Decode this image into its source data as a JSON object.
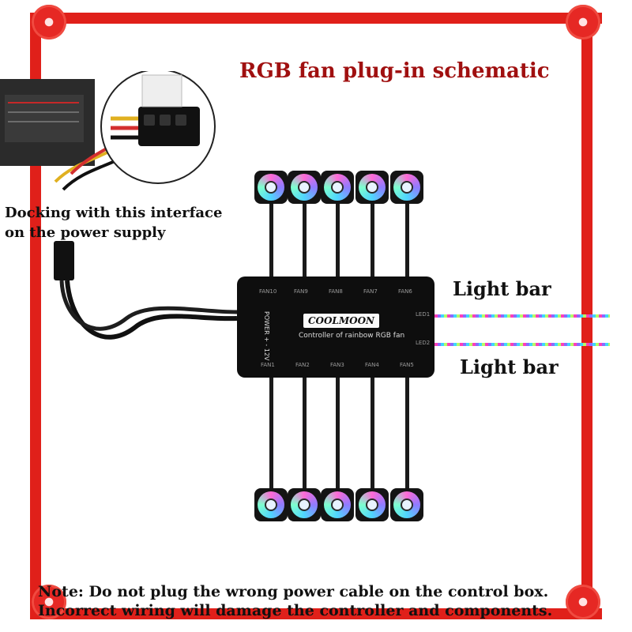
{
  "title": "RGB fan plug-in schematic",
  "psu_label": {
    "line1": "Docking with this interface",
    "line2": "on the power supply"
  },
  "hub": {
    "brand": "COOLMOON",
    "subtitle": "Controller of rainbow RGB fan",
    "power_label": "POWER + - 12V",
    "ports_top": [
      "FAN10",
      "FAN9",
      "FAN8",
      "FAN7",
      "FAN6"
    ],
    "ports_bottom": [
      "FAN1",
      "FAN2",
      "FAN3",
      "FAN4",
      "FAN5"
    ],
    "ports_side": [
      "LED1",
      "LED2"
    ]
  },
  "light_bars": [
    "Light bar",
    "Light bar"
  ],
  "note": {
    "line1": "Note: Do not plug the wrong power cable on the control box.",
    "line2": "Incorrect wiring will damage the controller and components."
  },
  "colors": {
    "frame": "#e0201a",
    "title": "#a01010",
    "hub": "#0e0e0e"
  }
}
